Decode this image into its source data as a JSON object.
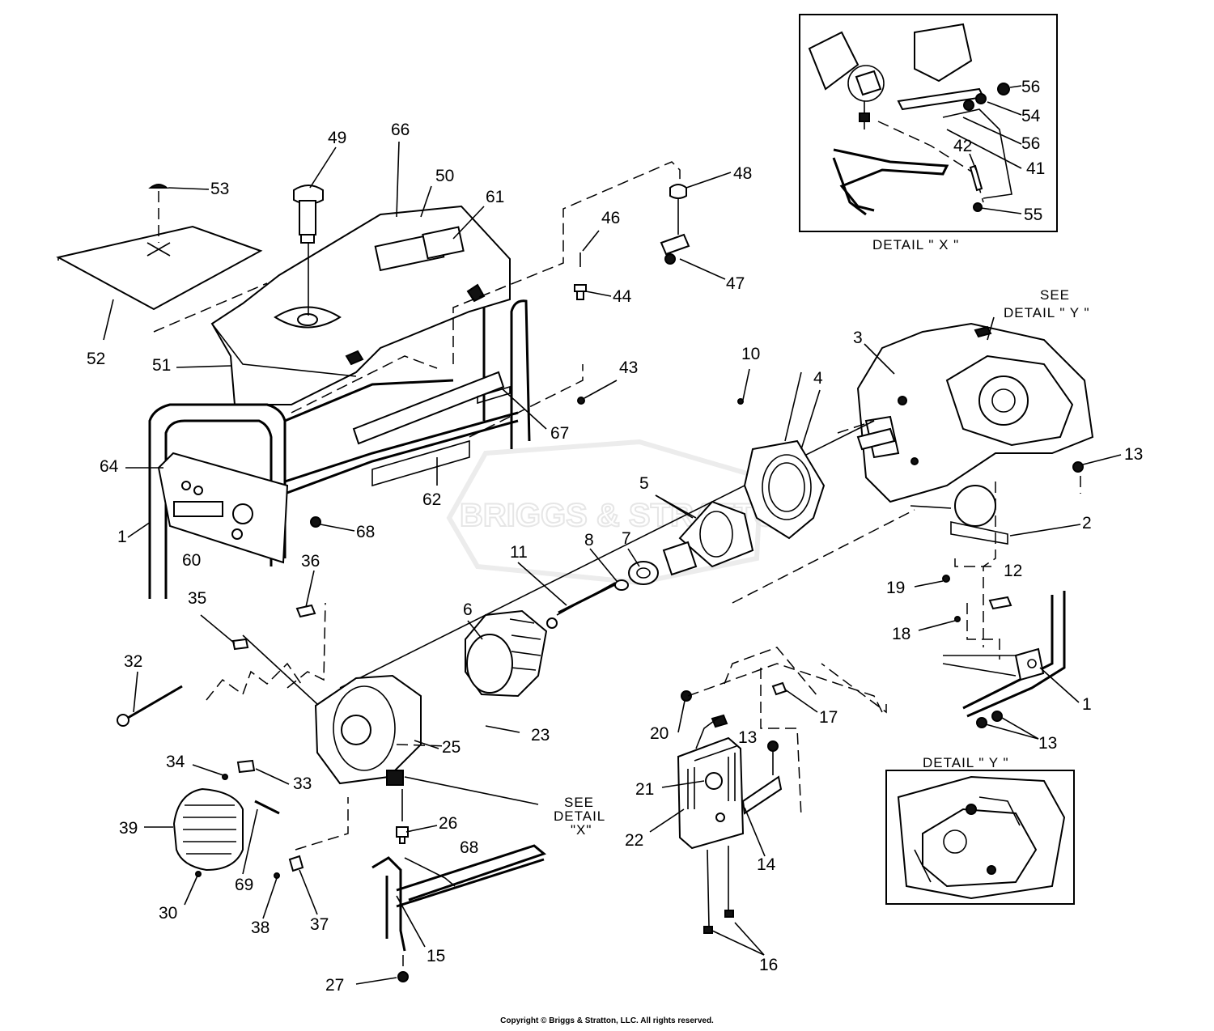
{
  "diagram": {
    "watermark": "BRIGGS & STRATTON",
    "copyright": "Copyright © Briggs & Stratton, LLC. All rights reserved.",
    "detail_x_title": "DETAIL \" X \"",
    "detail_y_title": "DETAIL \" Y \"",
    "see_detail_y": [
      "SEE",
      "DETAIL \" Y \""
    ],
    "see_detail_x": [
      "SEE",
      "DETAIL",
      "\"X\""
    ],
    "callouts": {
      "c1a": "1",
      "c1b": "1",
      "c2": "2",
      "c3": "3",
      "c4": "4",
      "c5": "5",
      "c6": "6",
      "c7": "7",
      "c8": "8",
      "c10": "10",
      "c11": "11",
      "c12": "12",
      "c13a": "13",
      "c13b": "13",
      "c13c": "13",
      "c14": "14",
      "c15": "15",
      "c16": "16",
      "c17": "17",
      "c18": "18",
      "c19": "19",
      "c20": "20",
      "c21": "21",
      "c22": "22",
      "c23": "23",
      "c25": "25",
      "c26": "26",
      "c27": "27",
      "c30": "30",
      "c32": "32",
      "c33": "33",
      "c34": "34",
      "c35": "35",
      "c36": "36",
      "c37": "37",
      "c38": "38",
      "c39": "39",
      "c41": "41",
      "c42": "42",
      "c43": "43",
      "c44": "44",
      "c46": "46",
      "c47": "47",
      "c48": "48",
      "c49": "49",
      "c50": "50",
      "c51": "51",
      "c52": "52",
      "c53": "53",
      "c54": "54",
      "c55": "55",
      "c56a": "56",
      "c56b": "56",
      "c60": "60",
      "c61": "61",
      "c62": "62",
      "c64": "64",
      "c66": "66",
      "c67": "67",
      "c68a": "68",
      "c68b": "68",
      "c69": "69"
    }
  }
}
